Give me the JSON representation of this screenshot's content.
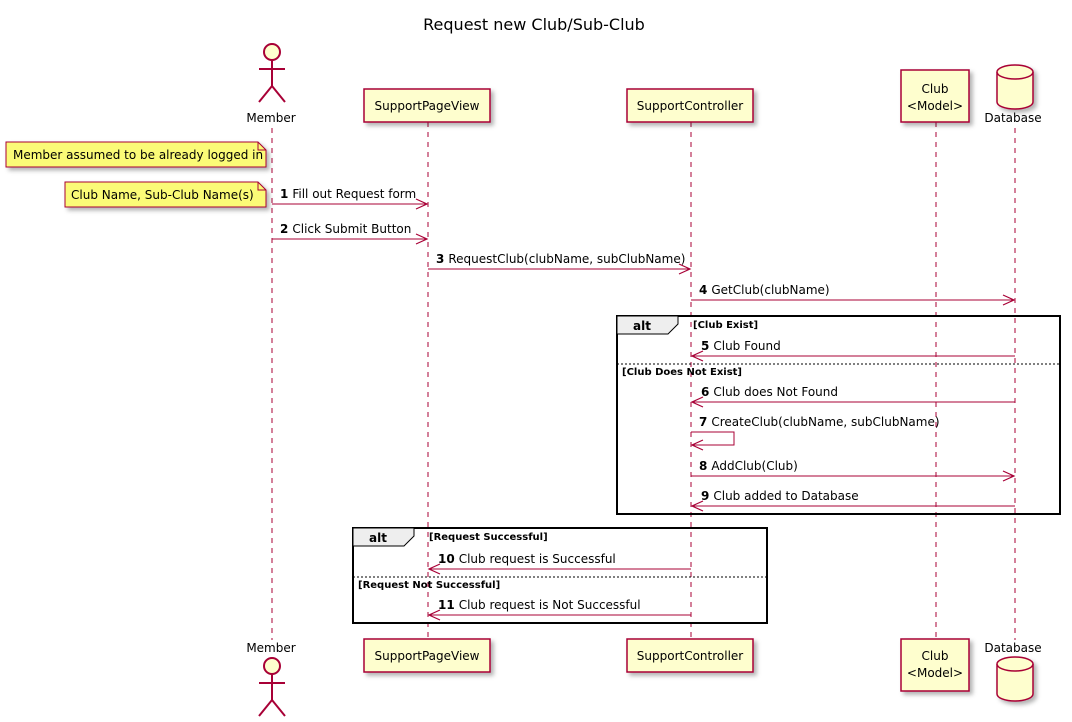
{
  "title": "Request new Club/Sub-Club",
  "colors": {
    "participant_fill": "#FEFECE",
    "participant_border": "#A80036",
    "arrow": "#A80036",
    "note_fill": "#FBFB77",
    "note_border": "#A80036"
  },
  "participants": [
    {
      "id": "member",
      "name": "Member",
      "kind": "actor"
    },
    {
      "id": "spv",
      "name": "SupportPageView",
      "kind": "participant"
    },
    {
      "id": "sc",
      "name": "SupportController",
      "kind": "participant"
    },
    {
      "id": "club",
      "name_line1": "Club",
      "name_line2": "<Model>",
      "kind": "participant"
    },
    {
      "id": "db",
      "name": "Database",
      "kind": "database"
    }
  ],
  "notes": [
    {
      "text": "Member assumed to be already logged in"
    },
    {
      "text": "Club Name, Sub-Club Name(s)"
    }
  ],
  "messages": [
    {
      "num": "1",
      "text": "Fill out Request form",
      "from": "member",
      "to": "spv"
    },
    {
      "num": "2",
      "text": "Click Submit Button",
      "from": "member",
      "to": "spv"
    },
    {
      "num": "3",
      "text": "RequestClub(clubName, subClubName)",
      "from": "spv",
      "to": "sc"
    },
    {
      "num": "4",
      "text": "GetClub(clubName)",
      "from": "sc",
      "to": "db"
    },
    {
      "num": "5",
      "text": "Club Found",
      "from": "db",
      "to": "sc"
    },
    {
      "num": "6",
      "text": "Club does Not Found",
      "from": "db",
      "to": "sc"
    },
    {
      "num": "7",
      "text": "CreateClub(clubName, subClubName)",
      "from": "sc",
      "to": "sc"
    },
    {
      "num": "8",
      "text": "AddClub(Club)",
      "from": "sc",
      "to": "db"
    },
    {
      "num": "9",
      "text": "Club added to Database",
      "from": "db",
      "to": "sc"
    },
    {
      "num": "10",
      "text": "Club request is Successful",
      "from": "sc",
      "to": "spv"
    },
    {
      "num": "11",
      "text": "Club request is Not Successful",
      "from": "sc",
      "to": "spv"
    }
  ],
  "groups": [
    {
      "keyword": "alt",
      "guard1": "[Club Exist]",
      "guard2": "[Club Does Not Exist]"
    },
    {
      "keyword": "alt",
      "guard1": "[Request Successful]",
      "guard2": "[Request Not Successful]"
    }
  ]
}
